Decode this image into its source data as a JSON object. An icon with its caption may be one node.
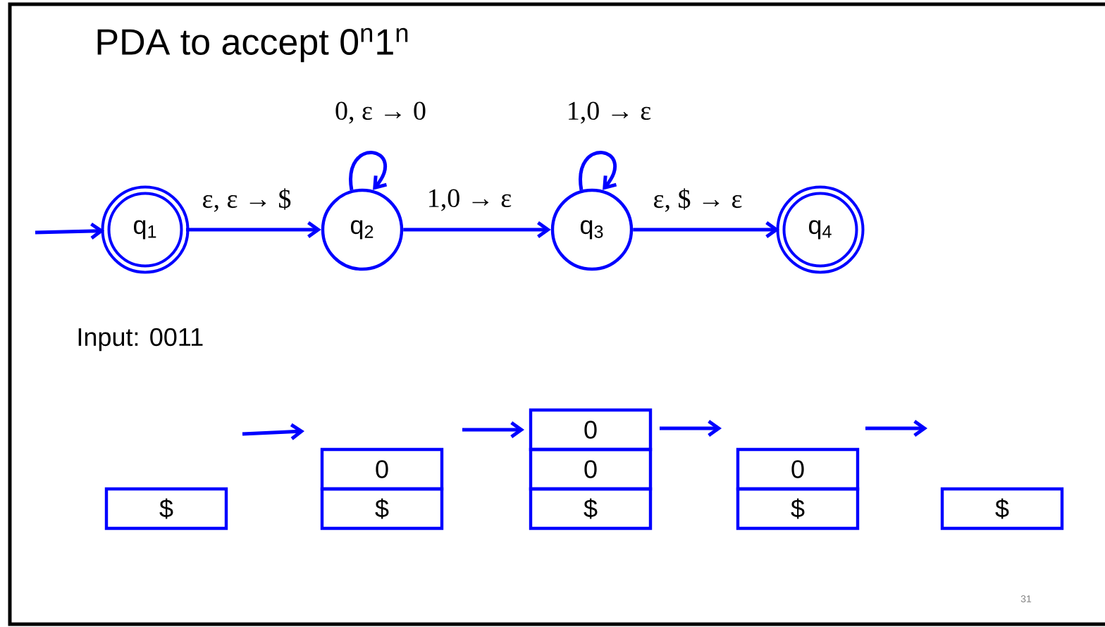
{
  "diagram": {
    "title": "PDA to accept 0$^{n}$1$^{n}$",
    "nodes": [
      {
        "text": [
          "q$_{1}$"
        ]
      },
      {
        "text": [
          "q$_{2}$"
        ]
      },
      {
        "text": [
          "q$_{3}$"
        ]
      },
      {
        "text": [
          "q$_{4}$"
        ]
      },
      {
        "text": [
          "$"
        ]
      },
      {
        "text": [
          "0"
        ]
      },
      {
        "text": [
          "$"
        ]
      },
      {
        "text": [
          "0"
        ]
      },
      {
        "text": [
          "0"
        ]
      },
      {
        "text": [
          "$"
        ]
      },
      {
        "text": [
          "0"
        ]
      },
      {
        "text": [
          "$"
        ]
      },
      {
        "text": [
          "$"
        ]
      }
    ],
    "edges": [
      {
        "from": null,
        "to": 0,
        "arrow": "to"
      },
      {
        "from": 0,
        "to": 1,
        "arrow": "to",
        "label": "ε, ε → $"
      },
      {
        "from": 1,
        "to": 1,
        "arrow": "to",
        "label": "0, ε → 0"
      },
      {
        "from": 1,
        "to": 2,
        "arrow": "to",
        "label": "1,0  → ε"
      },
      {
        "from": 2,
        "to": 2,
        "arrow": "to",
        "label": "1,0 → ε"
      },
      {
        "from": 2,
        "to": 3,
        "arrow": "to",
        "label": "ε, $  → ε"
      }
    ],
    "labels": [
      "Input: 0011",
      "31"
    ]
  }
}
